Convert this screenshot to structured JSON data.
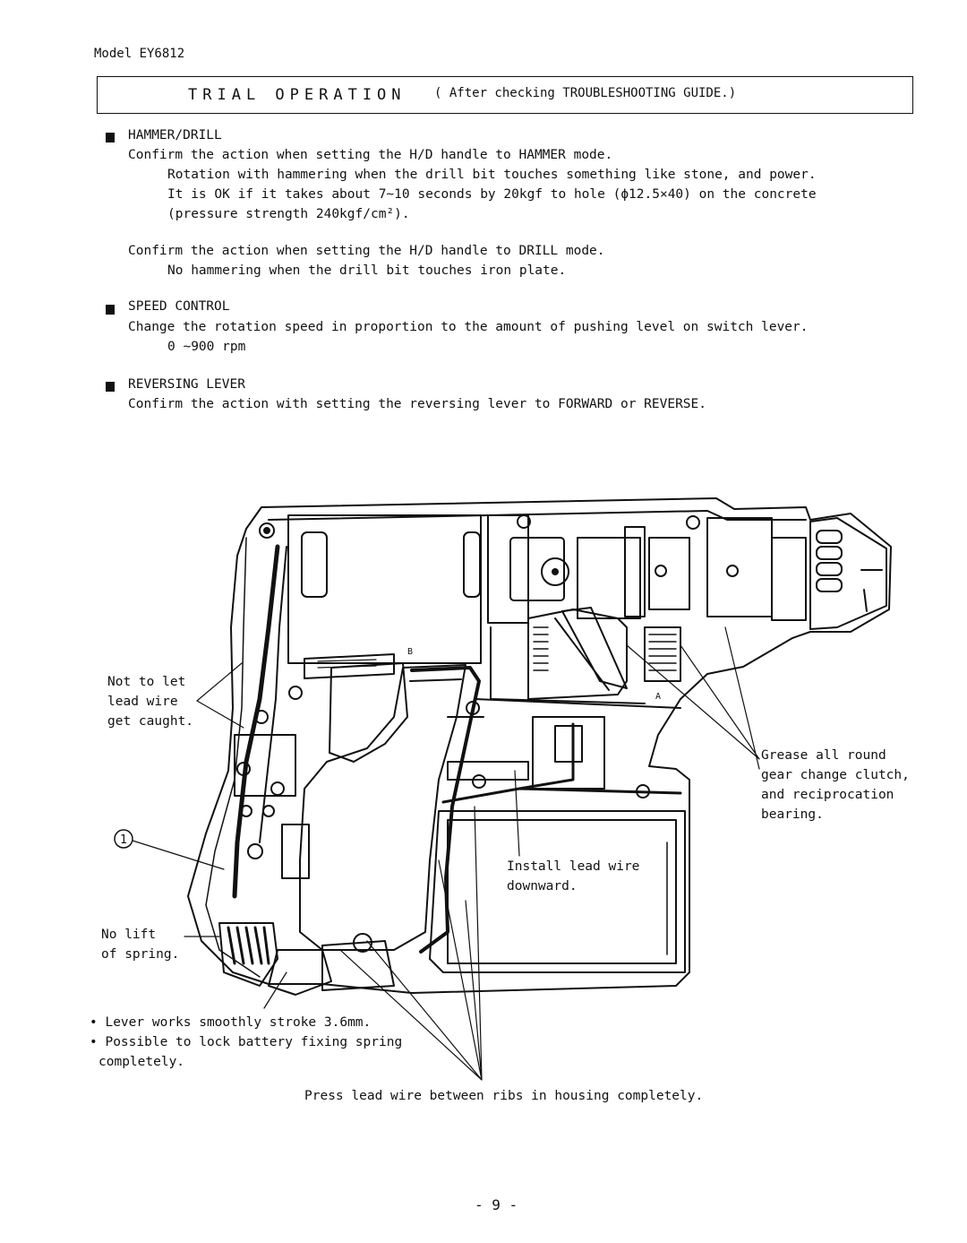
{
  "model": "Model EY6812",
  "title": {
    "main": "TRIAL OPERATION",
    "note": "( After checking TROUBLESHOOTING GUIDE.)"
  },
  "sections": [
    {
      "heading": "HAMMER/DRILL",
      "lines": [
        "Confirm the action when setting the H/D handle to HAMMER mode.",
        "Rotation with hammering when the drill bit touches something like stone, and power.",
        "It is OK if it takes about 7~10 seconds by 20kgf to hole (ϕ12.5×40) on the concrete",
        "(pressure strength 240kgf/cm²).",
        "Confirm the action when setting the H/D handle to DRILL mode.",
        "No hammering when the drill bit touches iron plate."
      ]
    },
    {
      "heading": "SPEED CONTROL",
      "lines": [
        "Change the rotation speed in proportion to the amount of pushing level on switch lever.",
        "0 ~900 rpm"
      ]
    },
    {
      "heading": "REVERSING LEVER",
      "lines": [
        "Confirm the action with setting the reversing lever to FORWARD or REVERSE."
      ]
    }
  ],
  "diagram": {
    "annotations": {
      "lead_wire": [
        "Not to let",
        "lead wire",
        "get caught."
      ],
      "grease": [
        "Grease all round",
        "gear change clutch,",
        "and reciprocation",
        "bearing."
      ],
      "install": [
        "Install lead wire",
        "downward."
      ],
      "no_lift": [
        "No lift",
        "of spring."
      ],
      "callout_1": "1",
      "label_a": "A",
      "label_b": "B",
      "notes": [
        "• Lever works smoothly stroke 3.6mm.",
        "• Possible to lock battery fixing spring",
        "completely."
      ],
      "press": "Press lead wire between ribs in housing completely."
    }
  },
  "page_number": "- 9 -"
}
